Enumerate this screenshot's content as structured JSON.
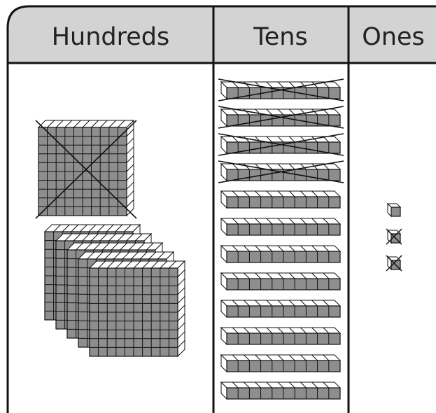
{
  "headers": {
    "hundreds": "Hundreds",
    "tens": "Tens",
    "ones": "Ones"
  },
  "colors": {
    "header_fill": "#d3d3d3",
    "block_fill": "#8e8e8e",
    "block_top": "#ffffff",
    "line": "#111111"
  },
  "hundreds": {
    "flats_shown": 6,
    "flats_crossed_out": 1
  },
  "tens": {
    "rods_shown": 12,
    "rods_crossed_out": 4
  },
  "ones": {
    "cubes_shown": 3,
    "cubes_crossed_out": 2
  }
}
